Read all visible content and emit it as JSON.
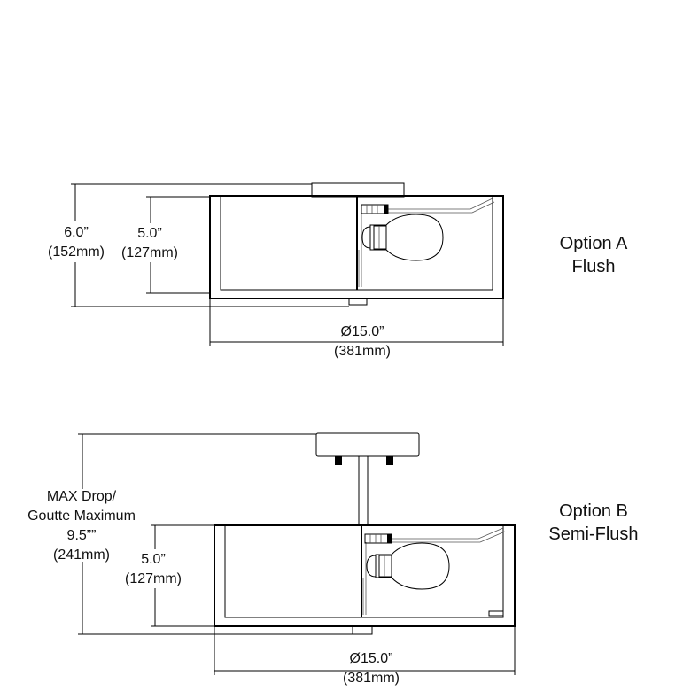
{
  "option_a": {
    "title": "Option A",
    "subtitle": "Flush",
    "height_overall": "6.0”",
    "height_overall_mm": "(152mm)",
    "height_shade": "5.0”",
    "height_shade_mm": "(127mm)",
    "diameter": "Ø15.0”",
    "diameter_mm": "(381mm)"
  },
  "option_b": {
    "title": "Option B",
    "subtitle": "Semi-Flush",
    "max_drop_line1": "MAX Drop/",
    "max_drop_line2": "Goutte Maximum",
    "max_drop_value": "9.5””",
    "max_drop_mm": "(241mm)",
    "height_shade": "5.0”",
    "height_shade_mm": "(127mm)",
    "diameter": "Ø15.0”",
    "diameter_mm": "(381mm)"
  }
}
